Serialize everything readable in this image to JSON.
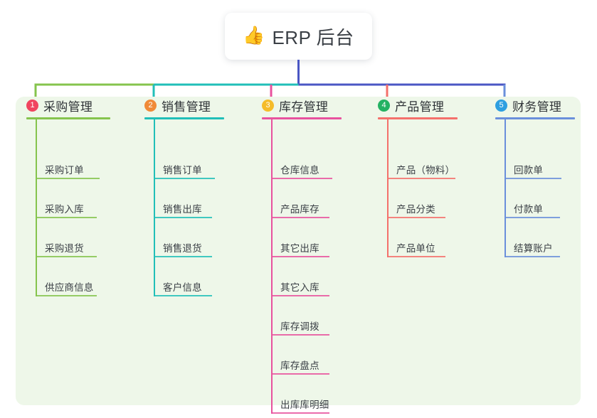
{
  "root": {
    "icon": "thumbs-up-icon",
    "icon_glyph": "👍",
    "title": "ERP 后台"
  },
  "colors": {
    "panel_background": "#eef7e9",
    "page_background": "#ffffff",
    "text": "#3a3f45",
    "trunk": "#4a56c4"
  },
  "columns": [
    {
      "number": "1",
      "title": "采购管理",
      "badge_color": "#f0455f",
      "line_color": "#85c44d",
      "items": [
        {
          "label": "采购订单"
        },
        {
          "label": "采购入库"
        },
        {
          "label": "采购退货"
        },
        {
          "label": "供应商信息"
        }
      ]
    },
    {
      "number": "2",
      "title": "销售管理",
      "badge_color": "#f08a38",
      "line_color": "#21bfb8",
      "items": [
        {
          "label": "销售订单"
        },
        {
          "label": "销售出库"
        },
        {
          "label": "销售退货"
        },
        {
          "label": "客户信息"
        }
      ]
    },
    {
      "number": "3",
      "title": "库存管理",
      "badge_color": "#f5bc2a",
      "line_color": "#e8529e",
      "items": [
        {
          "label": "仓库信息"
        },
        {
          "label": "产品库存"
        },
        {
          "label": "其它出库"
        },
        {
          "label": "其它入库"
        },
        {
          "label": "库存调拨"
        },
        {
          "label": "库存盘点"
        },
        {
          "label": "出库库明细"
        }
      ]
    },
    {
      "number": "4",
      "title": "产品管理",
      "badge_color": "#24b263",
      "line_color": "#f4706b",
      "items": [
        {
          "label": "产品（物料）"
        },
        {
          "label": "产品分类"
        },
        {
          "label": "产品单位"
        }
      ]
    },
    {
      "number": "5",
      "title": "财务管理",
      "badge_color": "#2e9fe0",
      "line_color": "#6a8fdb",
      "items": [
        {
          "label": "回款单"
        },
        {
          "label": "付款单"
        },
        {
          "label": "结算账户"
        }
      ]
    }
  ]
}
